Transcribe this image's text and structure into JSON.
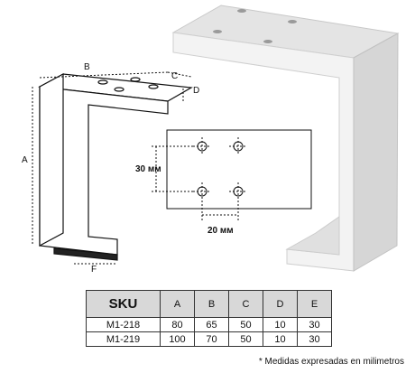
{
  "dimension_labels": {
    "a": "A",
    "b": "B",
    "c": "C",
    "d": "D",
    "f": "F"
  },
  "hole_pattern": {
    "vertical_label": "30 мм",
    "horizontal_label": "20 мм"
  },
  "table": {
    "headers": [
      "SKU",
      "A",
      "B",
      "C",
      "D",
      "E"
    ],
    "rows": [
      [
        "M1-218",
        "80",
        "65",
        "50",
        "10",
        "30"
      ],
      [
        "M1-219",
        "100",
        "70",
        "50",
        "10",
        "30"
      ]
    ]
  },
  "footnote": "* Medidas expresadas en milimetros",
  "colors": {
    "product_face": "#f2f2f2",
    "product_side": "#d9d9d9",
    "product_top": "#e6e6e6",
    "table_header": "#d8d8d8"
  }
}
